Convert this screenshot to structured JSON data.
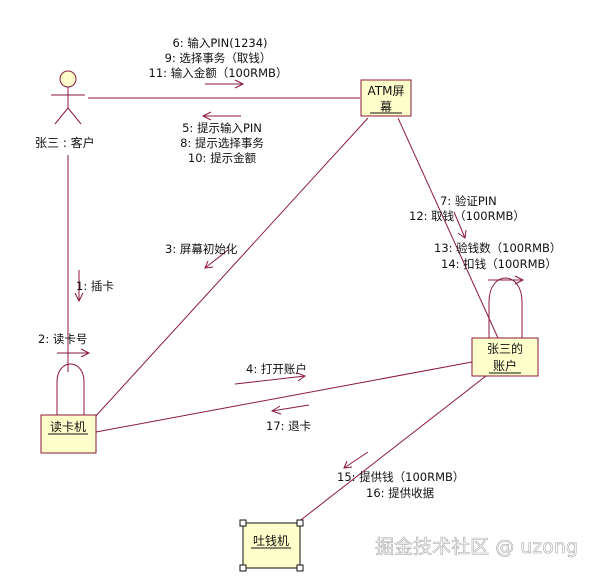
{
  "actor": {
    "label": "张三 : 客户"
  },
  "objects": {
    "atm_screen": {
      "line1": "ATM屏",
      "line2": "幕"
    },
    "card_reader": {
      "label": "读卡机"
    },
    "account": {
      "line1": "张三的",
      "line2": "账户"
    },
    "cash_dispenser": {
      "label": "吐钱机"
    }
  },
  "messages": {
    "m6": "6: 输入PIN(1234)",
    "m9": "9: 选择事务（取钱）",
    "m11": "11: 输入金额（100RMB）",
    "m5": "5: 提示输入PIN",
    "m8": "8: 提示选择事务",
    "m10": "10: 提示金额",
    "m7": "7: 验证PIN",
    "m12": "12: 取钱（100RMB）",
    "m13": "13: 验钱数（100RMB）",
    "m14": "14: 扣钱（100RMB）",
    "m3": "3: 屏幕初始化",
    "m1": "1: 插卡",
    "m2": "2: 读卡号",
    "m4": "4: 打开账户",
    "m17": "17: 退卡",
    "m15": "15: 提供钱（100RMB）",
    "m16": "16: 提供收据"
  },
  "watermark": "掘金技术社区 @ uzong",
  "colors": {
    "line": "#8b1a3c",
    "box_fill": "#ffffcc",
    "text": "#111111"
  }
}
